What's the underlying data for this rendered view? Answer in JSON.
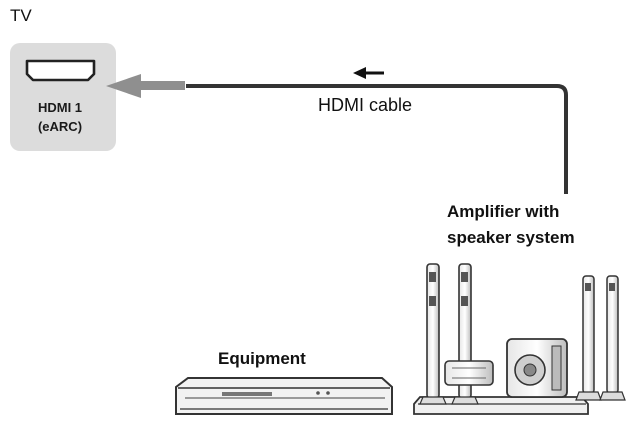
{
  "tv": {
    "label": "TV",
    "port_line1": "HDMI 1",
    "port_line2": "(eARC)"
  },
  "cable": {
    "label": "HDMI cable",
    "direction": "toward-tv"
  },
  "amplifier": {
    "line1": "Amplifier with",
    "line2": "speaker system"
  },
  "equipment": {
    "label": "Equipment"
  },
  "colors": {
    "tv_panel": "#dcdcdc",
    "cable": "#333333",
    "cable_end": "#8f8f8f",
    "device_outline": "#333333",
    "device_fill": "#f4f4f4"
  }
}
